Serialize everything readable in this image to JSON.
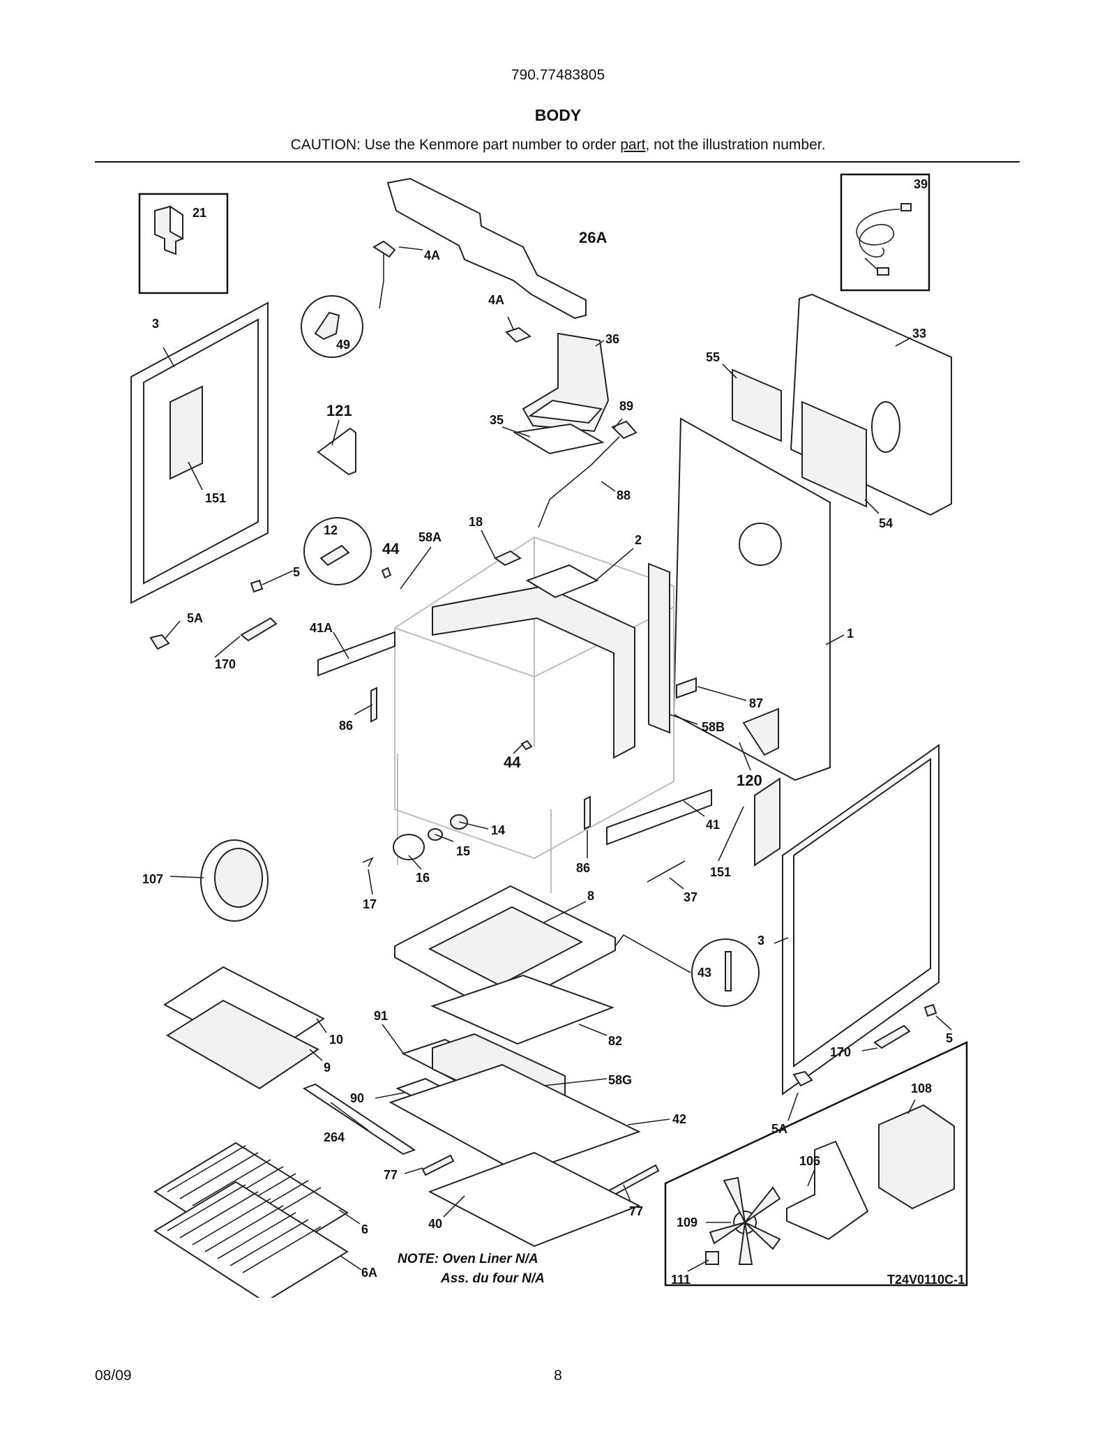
{
  "header": {
    "model_number": "790.77483805",
    "section_title": "BODY",
    "caution_prefix": "CAUTION: Use the Kenmore part number to order ",
    "caution_underlined": "part",
    "caution_suffix": ", not the illustration number."
  },
  "diagram": {
    "drawing_code": "T24V0110C-1",
    "note_line1": "NOTE: Oven Liner N/A",
    "note_line2": "Ass. du four N/A",
    "callouts": {
      "c21": "21",
      "c39": "39",
      "c26a": "26A",
      "c4a_1": "4A",
      "c4a_2": "4A",
      "c3_left": "3",
      "c49": "49",
      "c36": "36",
      "c33": "33",
      "c55": "55",
      "c121": "121",
      "c35": "35",
      "c89": "89",
      "c88": "88",
      "c151_left": "151",
      "c12": "12",
      "c44_top": "44",
      "c58a": "58A",
      "c18": "18",
      "c2": "2",
      "c54": "54",
      "c5_left": "5",
      "c5a_left": "5A",
      "c170_left": "170",
      "c41a": "41A",
      "c1": "1",
      "c87": "87",
      "c58b": "58B",
      "c86_left": "86",
      "c44_mid": "44",
      "c120": "120",
      "c14": "14",
      "c41": "41",
      "c107": "107",
      "c15": "15",
      "c16": "16",
      "c17": "17",
      "c86_mid": "86",
      "c151_right": "151",
      "c37": "37",
      "c8": "8",
      "c3_right": "3",
      "c43": "43",
      "c10": "10",
      "c9": "9",
      "c91": "91",
      "c82": "82",
      "c5_right": "5",
      "c170_right": "170",
      "c58g": "58G",
      "c90": "90",
      "c42": "42",
      "c5a_right": "5A",
      "c108": "108",
      "c264": "264",
      "c106": "106",
      "c77_left": "77",
      "c77_right": "77",
      "c40": "40",
      "c109": "109",
      "c6": "6",
      "c6a": "6A",
      "c111": "111"
    }
  },
  "footer": {
    "date": "08/09",
    "page_number": "8"
  }
}
